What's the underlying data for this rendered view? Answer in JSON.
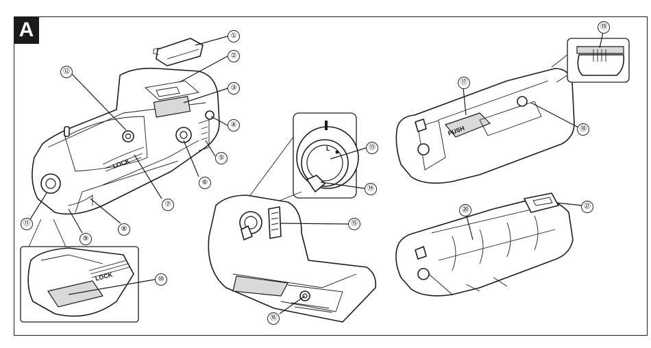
{
  "section_label": "A",
  "body_labels": {
    "lock_text": "LOCK",
    "lock_inset_text": "LOCK",
    "push_text": "PUSH",
    "l_mark": "L"
  },
  "callouts": [
    {
      "id": "c1",
      "label": "①"
    },
    {
      "id": "c2",
      "label": "②"
    },
    {
      "id": "c3",
      "label": "③"
    },
    {
      "id": "c4",
      "label": "④"
    },
    {
      "id": "c5",
      "label": "⑤"
    },
    {
      "id": "c6",
      "label": "⑥"
    },
    {
      "id": "c7",
      "label": "⑦"
    },
    {
      "id": "c8",
      "label": "⑧"
    },
    {
      "id": "c9",
      "label": "⑨"
    },
    {
      "id": "c10",
      "label": "⑩"
    },
    {
      "id": "c11",
      "label": "⑪"
    },
    {
      "id": "c12",
      "label": "⑫"
    },
    {
      "id": "c13",
      "label": "⑬"
    },
    {
      "id": "c14",
      "label": "⑭"
    },
    {
      "id": "c15",
      "label": "⑮"
    },
    {
      "id": "c16",
      "label": "⑯"
    },
    {
      "id": "c17",
      "label": "⑰"
    },
    {
      "id": "c18",
      "label": "⑱"
    },
    {
      "id": "c19",
      "label": "⑲"
    },
    {
      "id": "c20",
      "label": "⑳"
    },
    {
      "id": "c21",
      "label": "㉑"
    }
  ]
}
